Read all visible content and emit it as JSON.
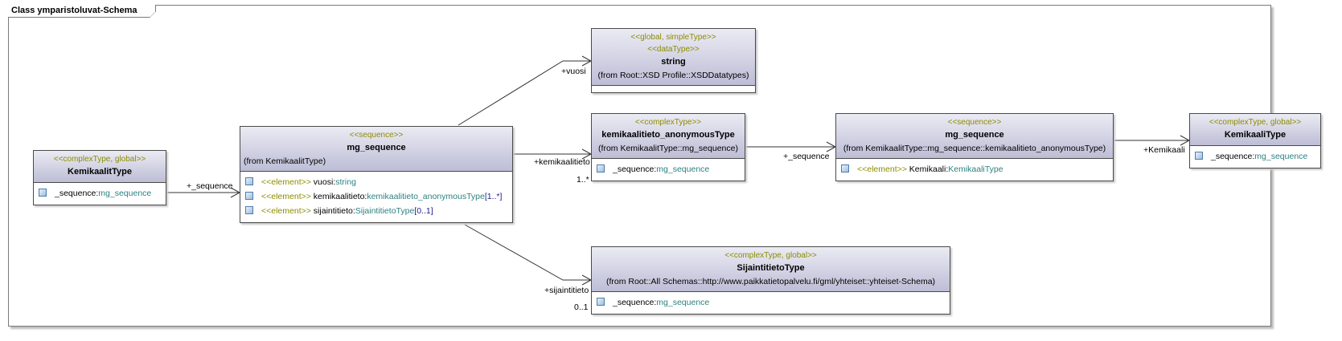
{
  "frame": {
    "title": "Class ymparistoluvat-Schema"
  },
  "classes": {
    "kemikaalit": {
      "stereotype": "<<complexType, global>>",
      "name": "KemikaalitType",
      "attrs": [
        {
          "name": "_sequence:",
          "type": "mg_sequence"
        }
      ]
    },
    "mg_seq_main": {
      "stereotype": "<<sequence>>",
      "name": "mg_sequence",
      "from": "(from KemikaalitType)",
      "attrs": [
        {
          "kind": "<<element>>",
          "name": " vuosi:",
          "type": "string",
          "mult": ""
        },
        {
          "kind": "<<element>>",
          "name": " kemikaalitieto:",
          "type": "kemikaalitieto_anonymousType",
          "mult": "[1..*]"
        },
        {
          "kind": "<<element>>",
          "name": " sijaintitieto:",
          "type": "SijaintitietoType",
          "mult": "[0..1]"
        }
      ]
    },
    "string": {
      "stereotype1": "<<global, simpleType>>",
      "stereotype2": "<<dataType>>",
      "name": "string",
      "from": "(from Root::XSD Profile::XSDDatatypes)"
    },
    "kemanon": {
      "stereotype": "<<complexType>>",
      "name": "kemikaalitieto_anonymousType",
      "from": "(from KemikaalitType::mg_sequence)",
      "attrs": [
        {
          "name": "_sequence:",
          "type": "mg_sequence"
        }
      ]
    },
    "mg_seq2": {
      "stereotype": "<<sequence>>",
      "name": "mg_sequence",
      "from": "(from KemikaalitType::mg_sequence::kemikaalitieto_anonymousType)",
      "attrs": [
        {
          "kind": "<<element>>",
          "name": " Kemikaali:",
          "type": "KemikaaliType"
        }
      ]
    },
    "kemikaali": {
      "stereotype": "<<complexType, global>>",
      "name": "KemikaaliType",
      "attrs": [
        {
          "name": "_sequence:",
          "type": "mg_sequence"
        }
      ]
    },
    "sijainti": {
      "stereotype": "<<complexType, global>>",
      "name": "SijaintitietoType",
      "from": "(from Root::All Schemas::http://www.paikkatietopalvelu.fi/gml/yhteiset::yhteiset-Schema)",
      "attrs": [
        {
          "name": "_sequence:",
          "type": "mg_sequence"
        }
      ]
    }
  },
  "labels": {
    "seq1": "+_sequence",
    "vuosi": "+vuosi",
    "kemikaalitieto": "+kemikaalitieto",
    "kemikaalitieto_mult": "1..*",
    "seq2": "+_sequence",
    "kemikaali": "+Kemikaali",
    "sijaintitieto": "+sijaintitieto",
    "sijaintitieto_mult": "0..1"
  }
}
